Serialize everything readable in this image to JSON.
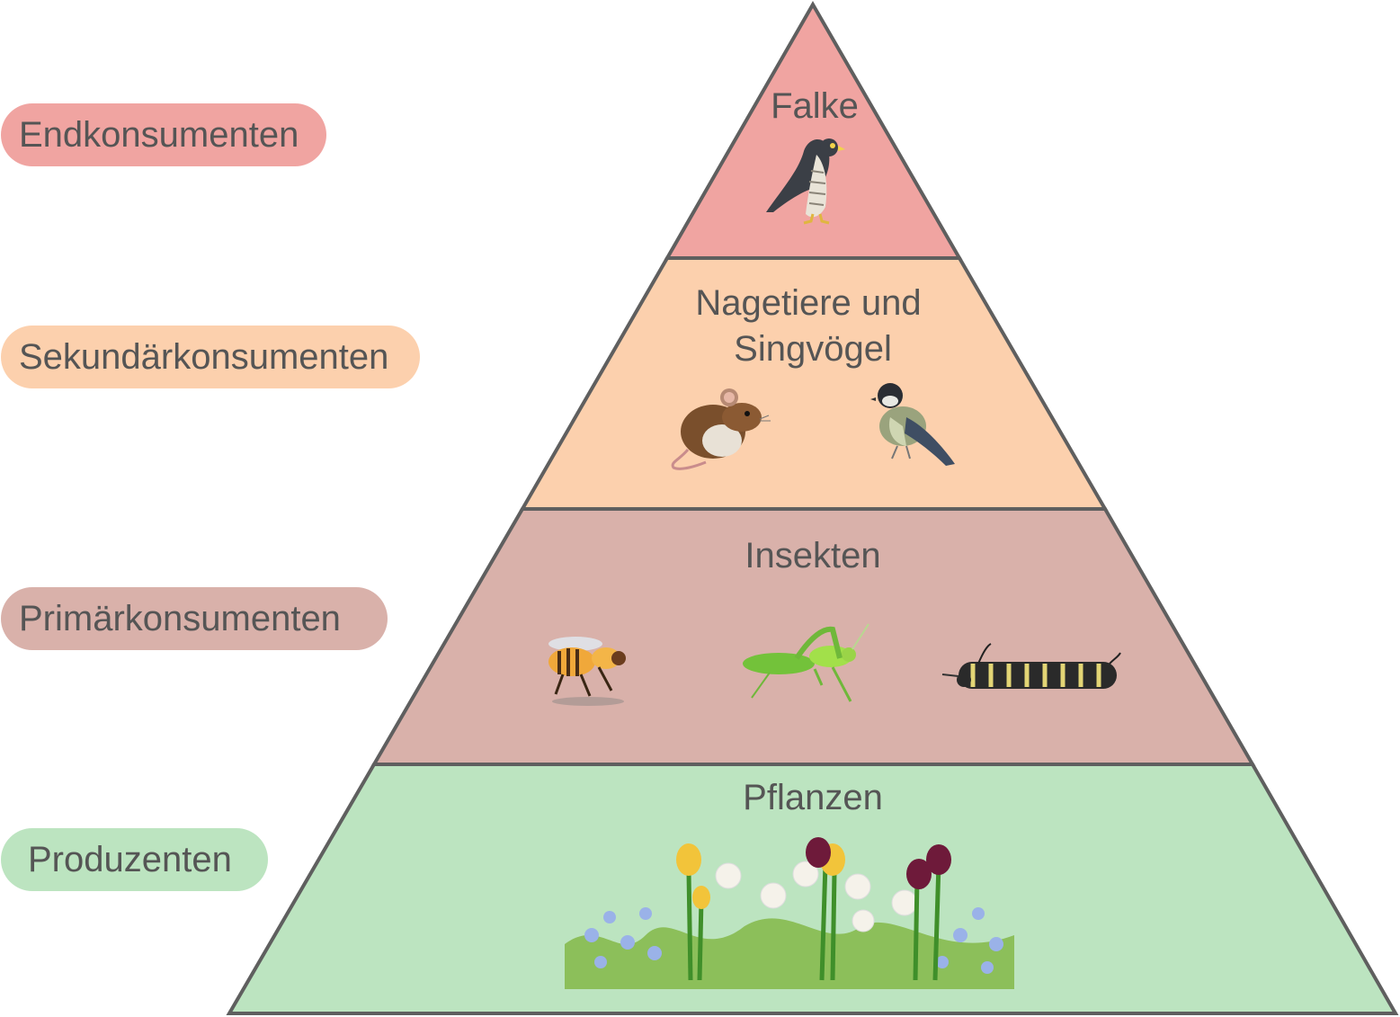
{
  "colors": {
    "top": "#f0a4a1",
    "second": "#fcd0ad",
    "third": "#d9b1aa",
    "base": "#bce4c0",
    "stroke": "#5f5f5f",
    "text": "#555555"
  },
  "levels": [
    {
      "category": "Endkonsumenten",
      "label": "Falke",
      "icon": "falcon-icon"
    },
    {
      "category": "Sekundärkonsumenten",
      "label_line1": "Nagetiere und",
      "label_line2": "Singvögel",
      "icons": [
        "mouse-icon",
        "songbird-icon"
      ]
    },
    {
      "category": "Primärkonsumenten",
      "label": "Insekten",
      "icons": [
        "bee-icon",
        "grasshopper-icon",
        "caterpillar-icon"
      ]
    },
    {
      "category": "Produzenten",
      "label": "Pflanzen",
      "icon": "flowers-icon"
    }
  ]
}
